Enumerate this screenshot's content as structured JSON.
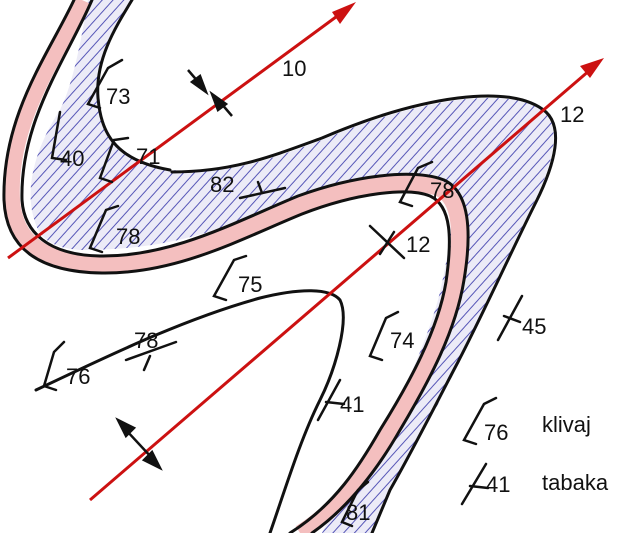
{
  "colors": {
    "ink": "#111111",
    "axis": "#cc1111",
    "bed": "#f7c6c6",
    "hatch": "#3a3aa8",
    "hatch_bg": "#e9e9f6"
  },
  "axis_labels": {
    "upper": "10",
    "lower": "12"
  },
  "measurements": {
    "m73": "73",
    "m40": "40",
    "m71": "71",
    "m82": "82",
    "m78_hinge": "78",
    "m78_left": "78",
    "m12": "12",
    "m75": "75",
    "m74": "74",
    "m45": "45",
    "m78_low": "78",
    "m76_low": "76",
    "m41_mid": "41",
    "m81": "81"
  },
  "legend": {
    "cleavage": {
      "value": "76",
      "label": "klivaj"
    },
    "bedding": {
      "value": "41",
      "label": "tabaka"
    }
  }
}
